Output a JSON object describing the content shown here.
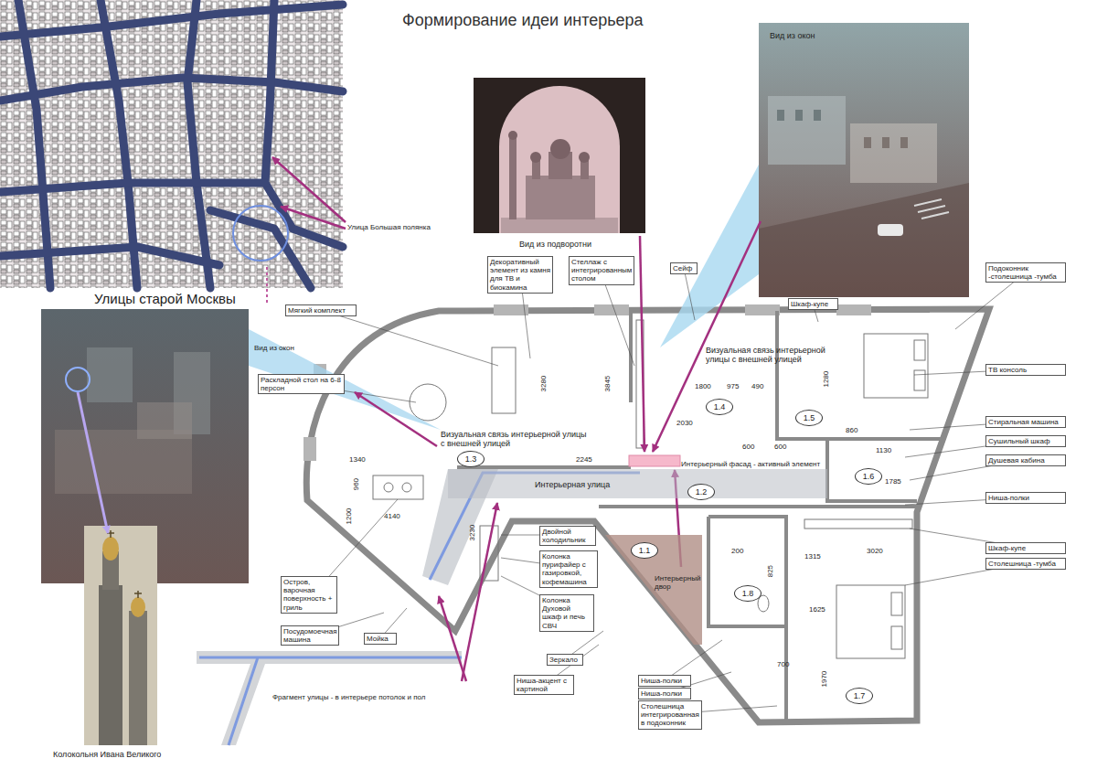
{
  "diagram": {
    "title": "Формирование идеи интерьера",
    "nodes": [
      {
        "text": [
          "Мягкий комплект"
        ]
      },
      {
        "text": [
          "Раскладной стол на 6-8 персон"
        ]
      },
      {
        "text": [
          "Декоративный элемент из камня для ТВ и биокамина"
        ]
      },
      {
        "text": [
          "Стеллаж с интегрированным столом"
        ]
      },
      {
        "text": [
          "Сейф"
        ]
      },
      {
        "text": [
          "Подоконник -столешница -тумба"
        ]
      },
      {
        "text": [
          "ТВ консоль"
        ]
      },
      {
        "text": [
          "Стиральная машина"
        ]
      },
      {
        "text": [
          "Сушильный шкаф"
        ]
      },
      {
        "text": [
          "Душевая кабина"
        ]
      },
      {
        "text": [
          "Ниша-полки"
        ]
      },
      {
        "text": [
          "Шкаф-купе"
        ]
      },
      {
        "text": [
          "Столешница -тумба"
        ]
      },
      {
        "text": [
          "Ниша-полки"
        ]
      },
      {
        "text": [
          "Ниша-полки"
        ]
      },
      {
        "text": [
          "Столешница интегрированная в подоконник"
        ]
      },
      {
        "text": [
          "Зеркало"
        ]
      },
      {
        "text": [
          "Ниша-акцент с картиной"
        ]
      },
      {
        "text": [
          "Колонка Духовой шкаф и печь СВЧ"
        ]
      },
      {
        "text": [
          "Колонка пурифайер с газировкой, кофемашина"
        ]
      },
      {
        "text": [
          "Двойной холодильник"
        ]
      },
      {
        "text": [
          "Мойка"
        ]
      },
      {
        "text": [
          "Посудомоечная машина"
        ]
      },
      {
        "text": [
          "Остров, варочная поверхность + гриль"
        ]
      },
      {
        "text": [
          "Шкаф-купе"
        ]
      },
      {
        "text": [
          "Интерьерная улица"
        ]
      },
      {
        "text": [
          "1.2"
        ],
        "in": 25
      },
      {
        "text": [
          "Интерьерный двор"
        ]
      },
      {
        "text": [
          "1.1"
        ],
        "in": 27
      },
      {
        "text": [
          "1.3"
        ]
      },
      {
        "text": [
          "1.4"
        ]
      },
      {
        "text": [
          "1.5"
        ]
      },
      {
        "text": [
          "1.6"
        ]
      },
      {
        "text": [
          "1.7"
        ]
      },
      {
        "text": [
          "1.8"
        ]
      }
    ],
    "labels": [
      "Улица Большая полянка",
      "Улицы старой Москвы",
      "Вид из подворотни",
      "Вид из окон",
      "Вид из окон",
      "Колокольня Ивана Великого",
      "Фрагмент улицы - в интерьере потолок и пол",
      "Визуальная связь интерьерной улицы с внешней улицей",
      "Визуальная связь интерьерной улицы с внешней улицей",
      "Интерьерный фасад - активный элемент",
      "3280",
      "3845",
      "1800",
      "975",
      "490",
      "2030",
      "1280",
      "860",
      "600",
      "600",
      "1130",
      "1785",
      "2245",
      "1340",
      "960",
      "4140",
      "1200",
      "3230",
      "200",
      "825",
      "1315",
      "3020",
      "1625",
      "700",
      "1970"
    ]
  }
}
